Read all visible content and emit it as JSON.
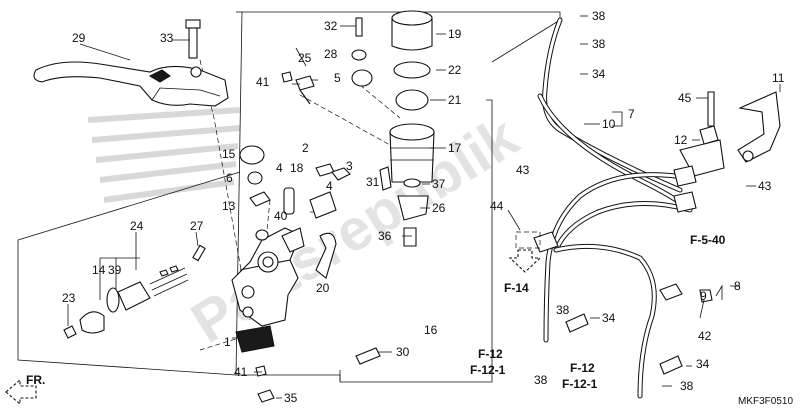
{
  "diagram": {
    "watermark": "Partsrepublik",
    "diagram_code": "MKF3F0510",
    "front_label": "FR.",
    "callouts": {
      "c1": "1",
      "c2": "2",
      "c3": "3",
      "c4a": "4",
      "c4b": "4",
      "c5": "5",
      "c6": "6",
      "c7": "7",
      "c8": "8",
      "c9": "9",
      "c10": "10",
      "c11": "11",
      "c12": "12",
      "c13": "13",
      "c14": "14",
      "c15": "15",
      "c16": "16",
      "c17": "17",
      "c18": "18",
      "c19": "19",
      "c20": "20",
      "c21": "21",
      "c22": "22",
      "c23": "23",
      "c24": "24",
      "c25": "25",
      "c26": "26",
      "c27": "27",
      "c28": "28",
      "c29": "29",
      "c30": "30",
      "c31": "31",
      "c32": "32",
      "c33": "33",
      "c34a": "34",
      "c34b": "34",
      "c34c": "34",
      "c35": "35",
      "c36": "36",
      "c37": "37",
      "c38a": "38",
      "c38b": "38",
      "c38c": "38",
      "c38d": "38",
      "c38e": "38",
      "c39": "39",
      "c40": "40",
      "c41a": "41",
      "c41b": "41",
      "c42": "42",
      "c43a": "43",
      "c43b": "43",
      "c44": "44",
      "c45": "45"
    },
    "refs": {
      "f540": "F-5-40",
      "f14": "F-14",
      "f12a": "F-12",
      "f121a": "F-12-1",
      "f12b": "F-12",
      "f121b": "F-12-1"
    }
  }
}
